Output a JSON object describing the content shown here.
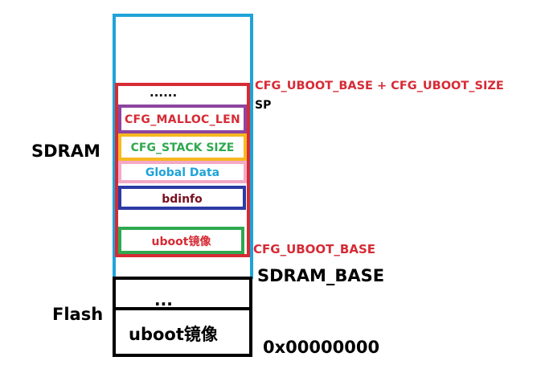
{
  "colors": {
    "sdram_outline": "#1fa3d8",
    "uboot_region": "#d62b35",
    "malloc": "#8e44a0",
    "stack": "#f6b820",
    "global_data": "#f4a8c6",
    "bdinfo": "#2c3aa4",
    "uboot_image": "#2fa84f",
    "flash": "#000000",
    "label_red": "#d62b35",
    "label_green": "#2fa84f",
    "label_blue": "#1fa3d8",
    "label_dark_red": "#7a1020",
    "label_black": "#000000"
  },
  "regions": {
    "dots_top": "......",
    "malloc_len": "CFG_MALLOC_LEN",
    "stack_size": "CFG_STACK SIZE",
    "global_data": "Global Data",
    "bdinfo": "bdinfo",
    "uboot_image_sdram": "uboot镜像",
    "flash_dots": "...",
    "uboot_image_flash": "uboot镜像"
  },
  "labels": {
    "sdram": "SDRAM",
    "flash": "Flash",
    "uboot_top": "CFG_UBOOT_BASE + CFG_UBOOT_SIZE",
    "sp": "SP",
    "uboot_base": "CFG_UBOOT_BASE",
    "sdram_base": "SDRAM_BASE",
    "flash_base": "0x00000000"
  }
}
